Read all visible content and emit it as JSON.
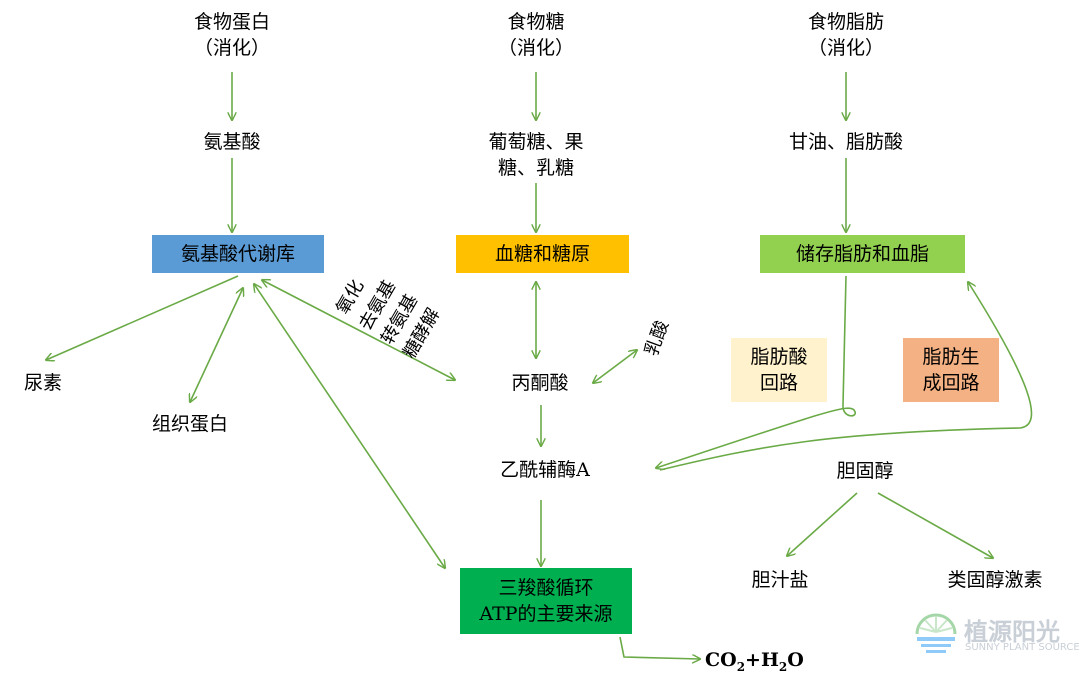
{
  "colors": {
    "arrow": "#6aaa46",
    "amino_pool": "#5b9bd5",
    "glucose_pool": "#ffc000",
    "fat_pool": "#92d050",
    "fatty_loop_box": "#fff2cc",
    "lipogenesis_box": "#f4b183",
    "tca_box": "#00b050"
  },
  "protein": {
    "source": "食物蛋白",
    "digest": "（消化）",
    "product": "氨基酸",
    "pool": "氨基酸代谢库"
  },
  "sugar": {
    "source": "食物糖",
    "digest": "（消化）",
    "product_l1": "葡萄糖、果",
    "product_l2": "糖、乳糖",
    "pool": "血糖和糖原"
  },
  "fat": {
    "source": "食物脂肪",
    "digest": "（消化）",
    "product": "甘油、脂肪酸",
    "pool": "储存脂肪和血脂"
  },
  "outputs": {
    "urea": "尿素",
    "tissue_protein": "组织蛋白"
  },
  "process": {
    "col1a": "化",
    "col1b": "基",
    "col1c": "基",
    "col1d": "解",
    "col2a": "氧",
    "col2b": "氨",
    "col2c": "氨",
    "col2d": "酵",
    "line1": "氧化",
    "line2": "去氨基",
    "line3": "转氨基",
    "line4": "糖酵解"
  },
  "metabolites": {
    "pyruvate": "丙酮酸",
    "lactate": "乳酸",
    "acetyl_coa": "乙酰辅酶A",
    "cholesterol": "胆固醇",
    "bile_salt": "胆汁盐",
    "steroid": "类固醇激素"
  },
  "loops": {
    "fatty_l1": "脂肪酸",
    "fatty_l2": "回路",
    "lipo_l1": "脂肪生",
    "lipo_l2": "成回路"
  },
  "tca": {
    "l1": "三羧酸循环",
    "l2": "ATP的主要来源"
  },
  "final": {
    "co": "CO",
    "sub1": "2",
    "plus": "+H",
    "sub2": "2",
    "o": "O"
  },
  "logo": {
    "name": "植源阳光",
    "tagline": "SUNNY PLANT SOURCE"
  }
}
